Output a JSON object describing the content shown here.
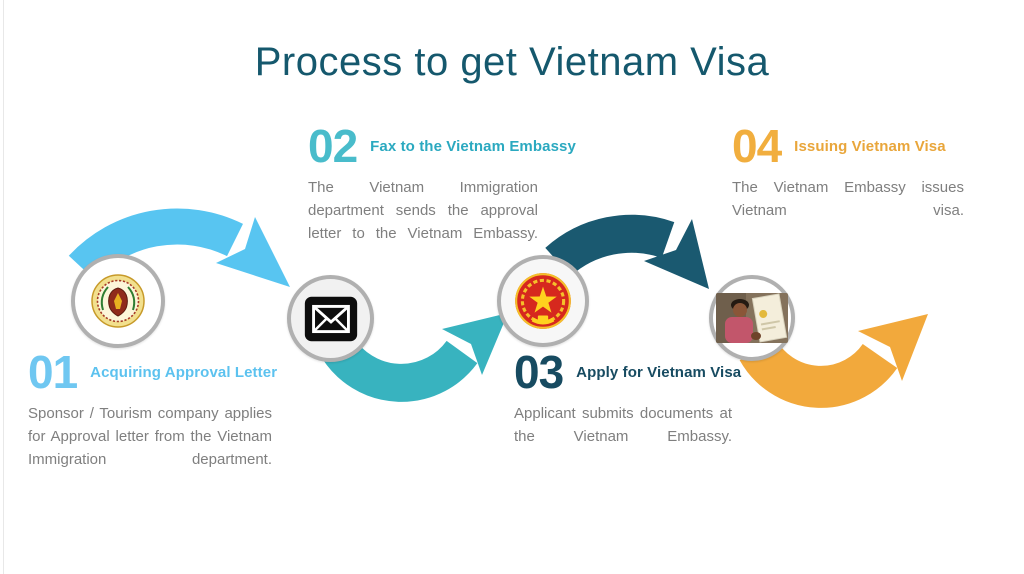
{
  "title": "Process to get Vietnam Visa",
  "steps": [
    {
      "number": "01",
      "heading": "Acquiring Approval Letter",
      "description": "Sponsor / Tourism company applies for Approval letter from the Vietnam Immigration department.",
      "number_color": "#6fc7f1",
      "heading_color": "#5cc2ef",
      "icon": "immigration-department-seal"
    },
    {
      "number": "02",
      "heading": "Fax to the Vietnam Embassy",
      "description": "The Vietnam Immigration department sends the approval letter to the Vietnam Embassy.",
      "number_color": "#49bccb",
      "heading_color": "#2ba9c0",
      "icon": "envelope-icon"
    },
    {
      "number": "03",
      "heading": "Apply for Vietnam Visa",
      "description": "Applicant submits documents at the Vietnam Embassy.",
      "number_color": "#174b61",
      "heading_color": "#174b61",
      "icon": "vietnam-national-emblem"
    },
    {
      "number": "04",
      "heading": "Issuing Vietnam Visa",
      "description": "The Vietnam Embassy issues Vietnam visa.",
      "number_color": "#f1ae3e",
      "heading_color": "#e9a63b",
      "icon": "visa-holder-photo"
    }
  ],
  "colors": {
    "title": "#15586d",
    "body_text": "#7f7f7f",
    "arrow1": "#58c5f1",
    "arrow2": "#38b3bf",
    "arrow3": "#1a5970",
    "arrow4": "#f2a93c",
    "circle_border": "#b0b0b0"
  }
}
